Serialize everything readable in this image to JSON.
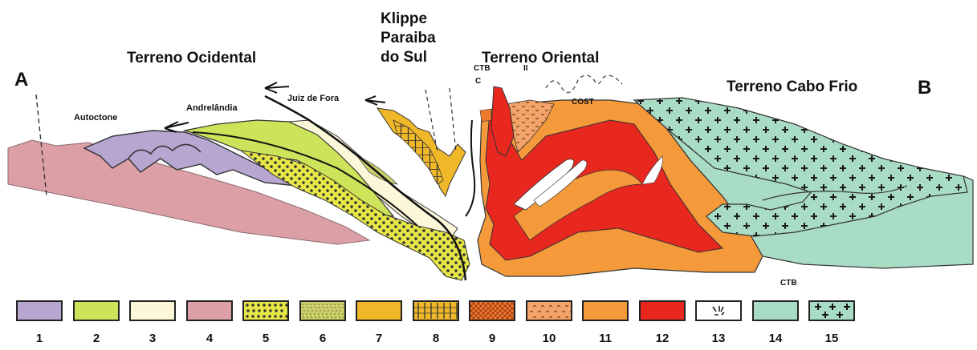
{
  "endpoints": {
    "a": "A",
    "b": "B"
  },
  "terranes": {
    "ocidental": "Terreno Ocidental",
    "oriental": "Terreno Oriental",
    "cabo_frio": "Terreno Cabo Frio",
    "klippe": [
      "Klippe",
      "Paraiba",
      "do Sul"
    ]
  },
  "units": {
    "autoctone": "Autoctone",
    "andrelandia": "Andrelândia",
    "juiz_de_fora": "Juiz de Fora",
    "ctb_top": "CTB",
    "c": "C",
    "ii": "II",
    "cost": "COST",
    "ctb_bottom": "CTB"
  },
  "legend": [
    {
      "num": "1",
      "color": "#b7a6d0",
      "pattern": "none"
    },
    {
      "num": "2",
      "color": "#cde35a",
      "pattern": "none"
    },
    {
      "num": "3",
      "color": "#fbf7d8",
      "pattern": "none"
    },
    {
      "num": "4",
      "color": "#dc9fa6",
      "pattern": "none"
    },
    {
      "num": "5",
      "color": "#e6e647",
      "pattern": "dots"
    },
    {
      "num": "6",
      "color": "#ccd065",
      "pattern": "stipple"
    },
    {
      "num": "7",
      "color": "#f0b829",
      "pattern": "none"
    },
    {
      "num": "8",
      "color": "#f0b829",
      "pattern": "hatch"
    },
    {
      "num": "9",
      "color": "#ef7a2f",
      "pattern": "cross"
    },
    {
      "num": "10",
      "color": "#f3a46a",
      "pattern": "dash"
    },
    {
      "num": "11",
      "color": "#f59a3b",
      "pattern": "none"
    },
    {
      "num": "12",
      "color": "#e8271f",
      "pattern": "none"
    },
    {
      "num": "13",
      "color": "#ffffff",
      "pattern": "ticks"
    },
    {
      "num": "14",
      "color": "#a9dcc4",
      "pattern": "none"
    },
    {
      "num": "15",
      "color": "#a9dcc4",
      "pattern": "plus"
    }
  ]
}
